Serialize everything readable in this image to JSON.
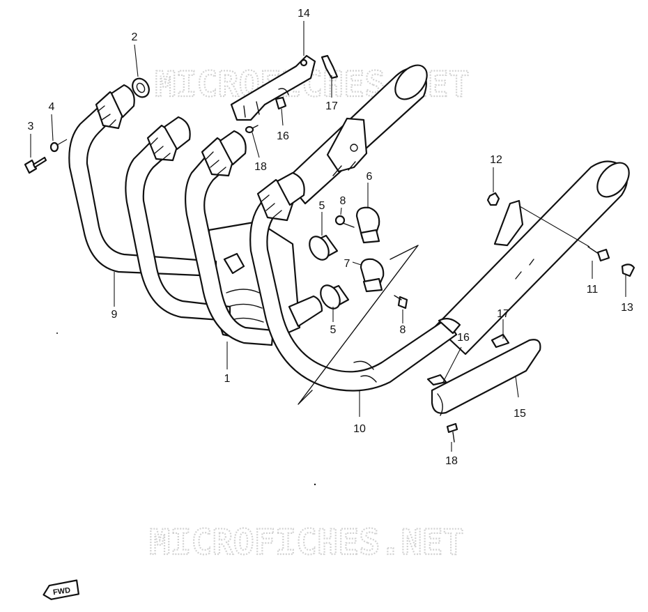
{
  "watermark": "MICROFICHES.NET",
  "fwd_label": "FWD",
  "colors": {
    "ink": "#111111",
    "watermark": "#d2d2d2",
    "paper": "#ffffff"
  },
  "callouts": {
    "c1": "1",
    "c2": "2",
    "c3": "3",
    "c4": "4",
    "c5a": "5",
    "c5b": "5",
    "c6": "6",
    "c7": "7",
    "c8a": "8",
    "c8b": "8",
    "c9": "9",
    "c10": "10",
    "c11": "11",
    "c12": "12",
    "c13": "13",
    "c14": "14",
    "c15": "15",
    "c16a": "16",
    "c16b": "16",
    "c17a": "17",
    "c17b": "17",
    "c18a": "18",
    "c18b": "18"
  }
}
